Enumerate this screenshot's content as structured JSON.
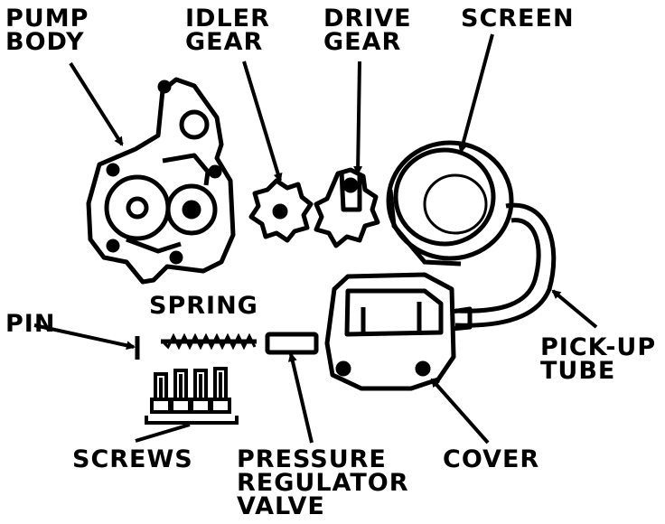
{
  "labels": {
    "pump_body": [
      "PUMP",
      "BODY"
    ],
    "idler_gear": [
      "IDLER",
      "GEAR"
    ],
    "drive_gear": [
      "DRIVE",
      "GEAR"
    ],
    "screen": "SCREEN",
    "spring": "SPRING",
    "pin": "PIN",
    "pick_up_tube": [
      "PICK-UP",
      "TUBE"
    ],
    "screws": "SCREWS",
    "pressure_regulator_valve": [
      "PRESSURE",
      "REGULATOR",
      "VALVE"
    ],
    "cover": "COVER"
  },
  "colors": {
    "ink": "#000000",
    "paper": "#ffffff"
  }
}
